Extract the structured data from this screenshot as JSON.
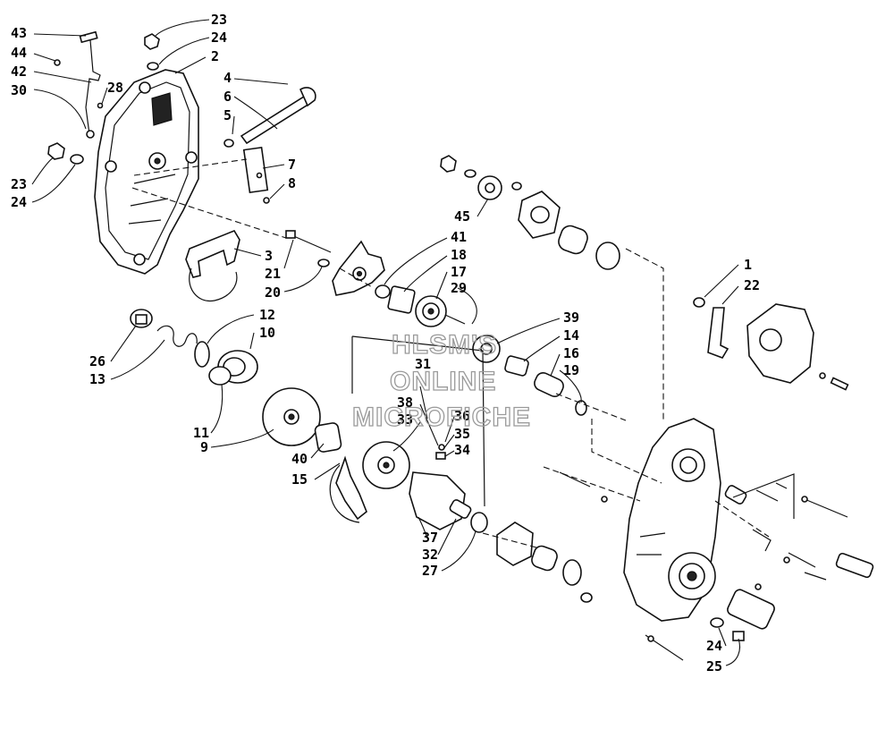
{
  "watermark": {
    "line1": "HLSM'S",
    "line2": "ONLINE",
    "line3": "MICROFICHE"
  },
  "callouts": {
    "c43": "43",
    "c44": "44",
    "c42": "42",
    "c30": "30",
    "c28": "28",
    "c23a": "23",
    "c24a": "24",
    "c2": "2",
    "c4": "4",
    "c6": "6",
    "c5": "5",
    "c7": "7",
    "c8": "8",
    "c23b": "23",
    "c24b": "24",
    "c3": "3",
    "c21": "21",
    "c20": "20",
    "c41": "41",
    "c18": "18",
    "c17": "17",
    "c29": "29",
    "c45": "45",
    "c1": "1",
    "c22": "22",
    "c12": "12",
    "c10": "10",
    "c26": "26",
    "c13": "13",
    "c11": "11",
    "c9": "9",
    "c39": "39",
    "c14": "14",
    "c16": "16",
    "c19": "19",
    "c31": "31",
    "c38": "38",
    "c33": "33",
    "c36": "36",
    "c35": "35",
    "c34": "34",
    "c40": "40",
    "c15": "15",
    "c37": "37",
    "c32": "32",
    "c27": "27",
    "c24c": "24",
    "c25": "25"
  }
}
